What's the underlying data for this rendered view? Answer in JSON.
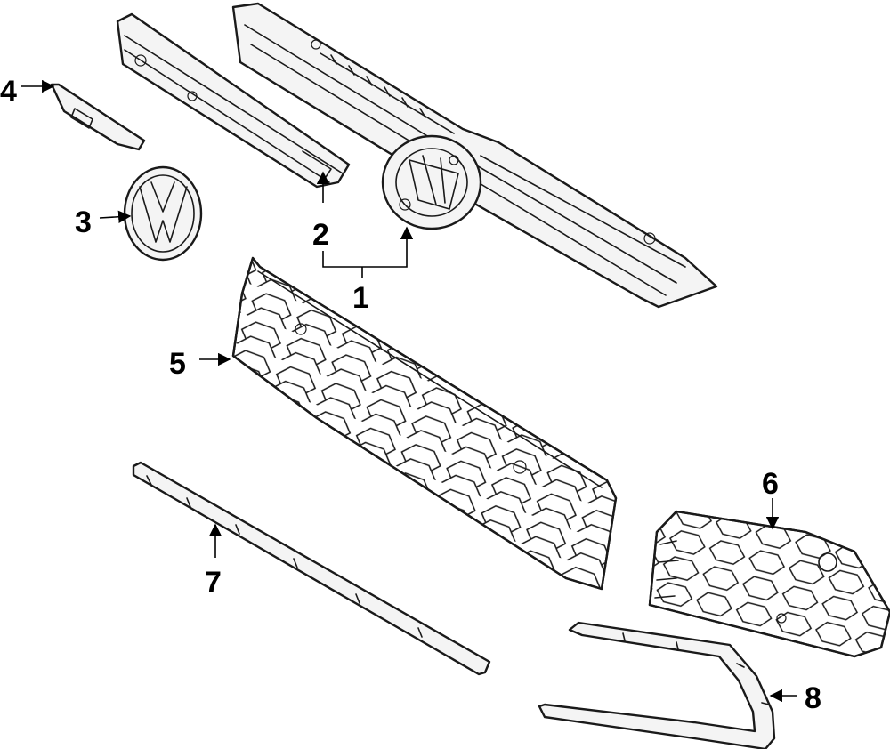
{
  "callouts": [
    {
      "id": "1",
      "label": "1"
    },
    {
      "id": "2",
      "label": "2"
    },
    {
      "id": "3",
      "label": "3"
    },
    {
      "id": "4",
      "label": "4"
    },
    {
      "id": "5",
      "label": "5"
    },
    {
      "id": "6",
      "label": "6"
    },
    {
      "id": "7",
      "label": "7"
    },
    {
      "id": "8",
      "label": "8"
    }
  ],
  "colors": {
    "line": "#1a1a1a",
    "background": "#ffffff",
    "part_fill": "#f4f4f4"
  }
}
